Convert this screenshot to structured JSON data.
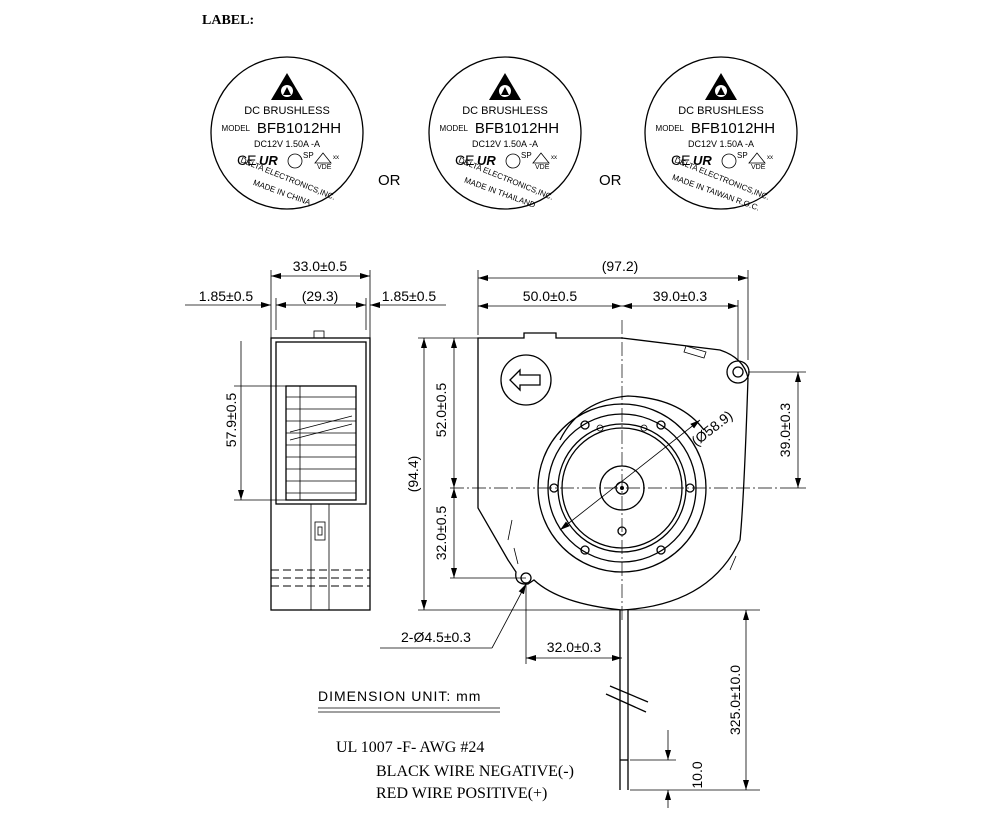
{
  "header": "LABEL:",
  "labels": [
    {
      "line1": "DC BRUSHLESS",
      "model_word": "MODEL",
      "model": "BFB1012HH",
      "rating": "DC12V   1.50A   -A",
      "maker": "DELTA ELECTRONICS,INC.",
      "origin": "MADE IN CHINA"
    },
    {
      "line1": "DC BRUSHLESS",
      "model_word": "MODEL",
      "model": "BFB1012HH",
      "rating": "DC12V   1.50A   -A",
      "maker": "DELTA ELECTRONICS,INC.",
      "origin": "MADE IN THAILAND"
    },
    {
      "line1": "DC BRUSHLESS",
      "model_word": "MODEL",
      "model": "BFB1012HH",
      "rating": "DC12V   1.50A   -A",
      "maker": "DELTA ELECTRONICS,INC.",
      "origin": "MADE IN TAIWAN R.O.C."
    }
  ],
  "or_text": "OR",
  "cert_marks": {
    "ce": "CE",
    "ul": "UR",
    "csa": "SP",
    "vde": "VDE",
    "xx": "xx"
  },
  "dims": {
    "side_width": "33.0±0.5",
    "side_left": "1.85±0.5",
    "side_inner": "(29.3)",
    "side_right": "1.85±0.5",
    "side_height": "57.9±0.5",
    "overall_width": "(97.2)",
    "left_to_center": "50.0±0.5",
    "center_to_hole": "39.0±0.3",
    "overall_height": "(94.4)",
    "top_to_center": "52.0±0.5",
    "center_to_bottom": "32.0±0.5",
    "right_hole_height": "39.0±0.3",
    "fan_diameter": "(Ø58.9)",
    "holes": "2-Ø4.5±0.3",
    "hole_to_center": "32.0±0.3",
    "lead_length": "325.0±10.0",
    "strip_length": "10.0"
  },
  "notes": {
    "unit": "DIMENSION UNIT: mm",
    "wire": "UL 1007 -F- AWG #24",
    "black": "BLACK WIRE NEGATIVE(-)",
    "red": "RED WIRE POSITIVE(+)"
  }
}
